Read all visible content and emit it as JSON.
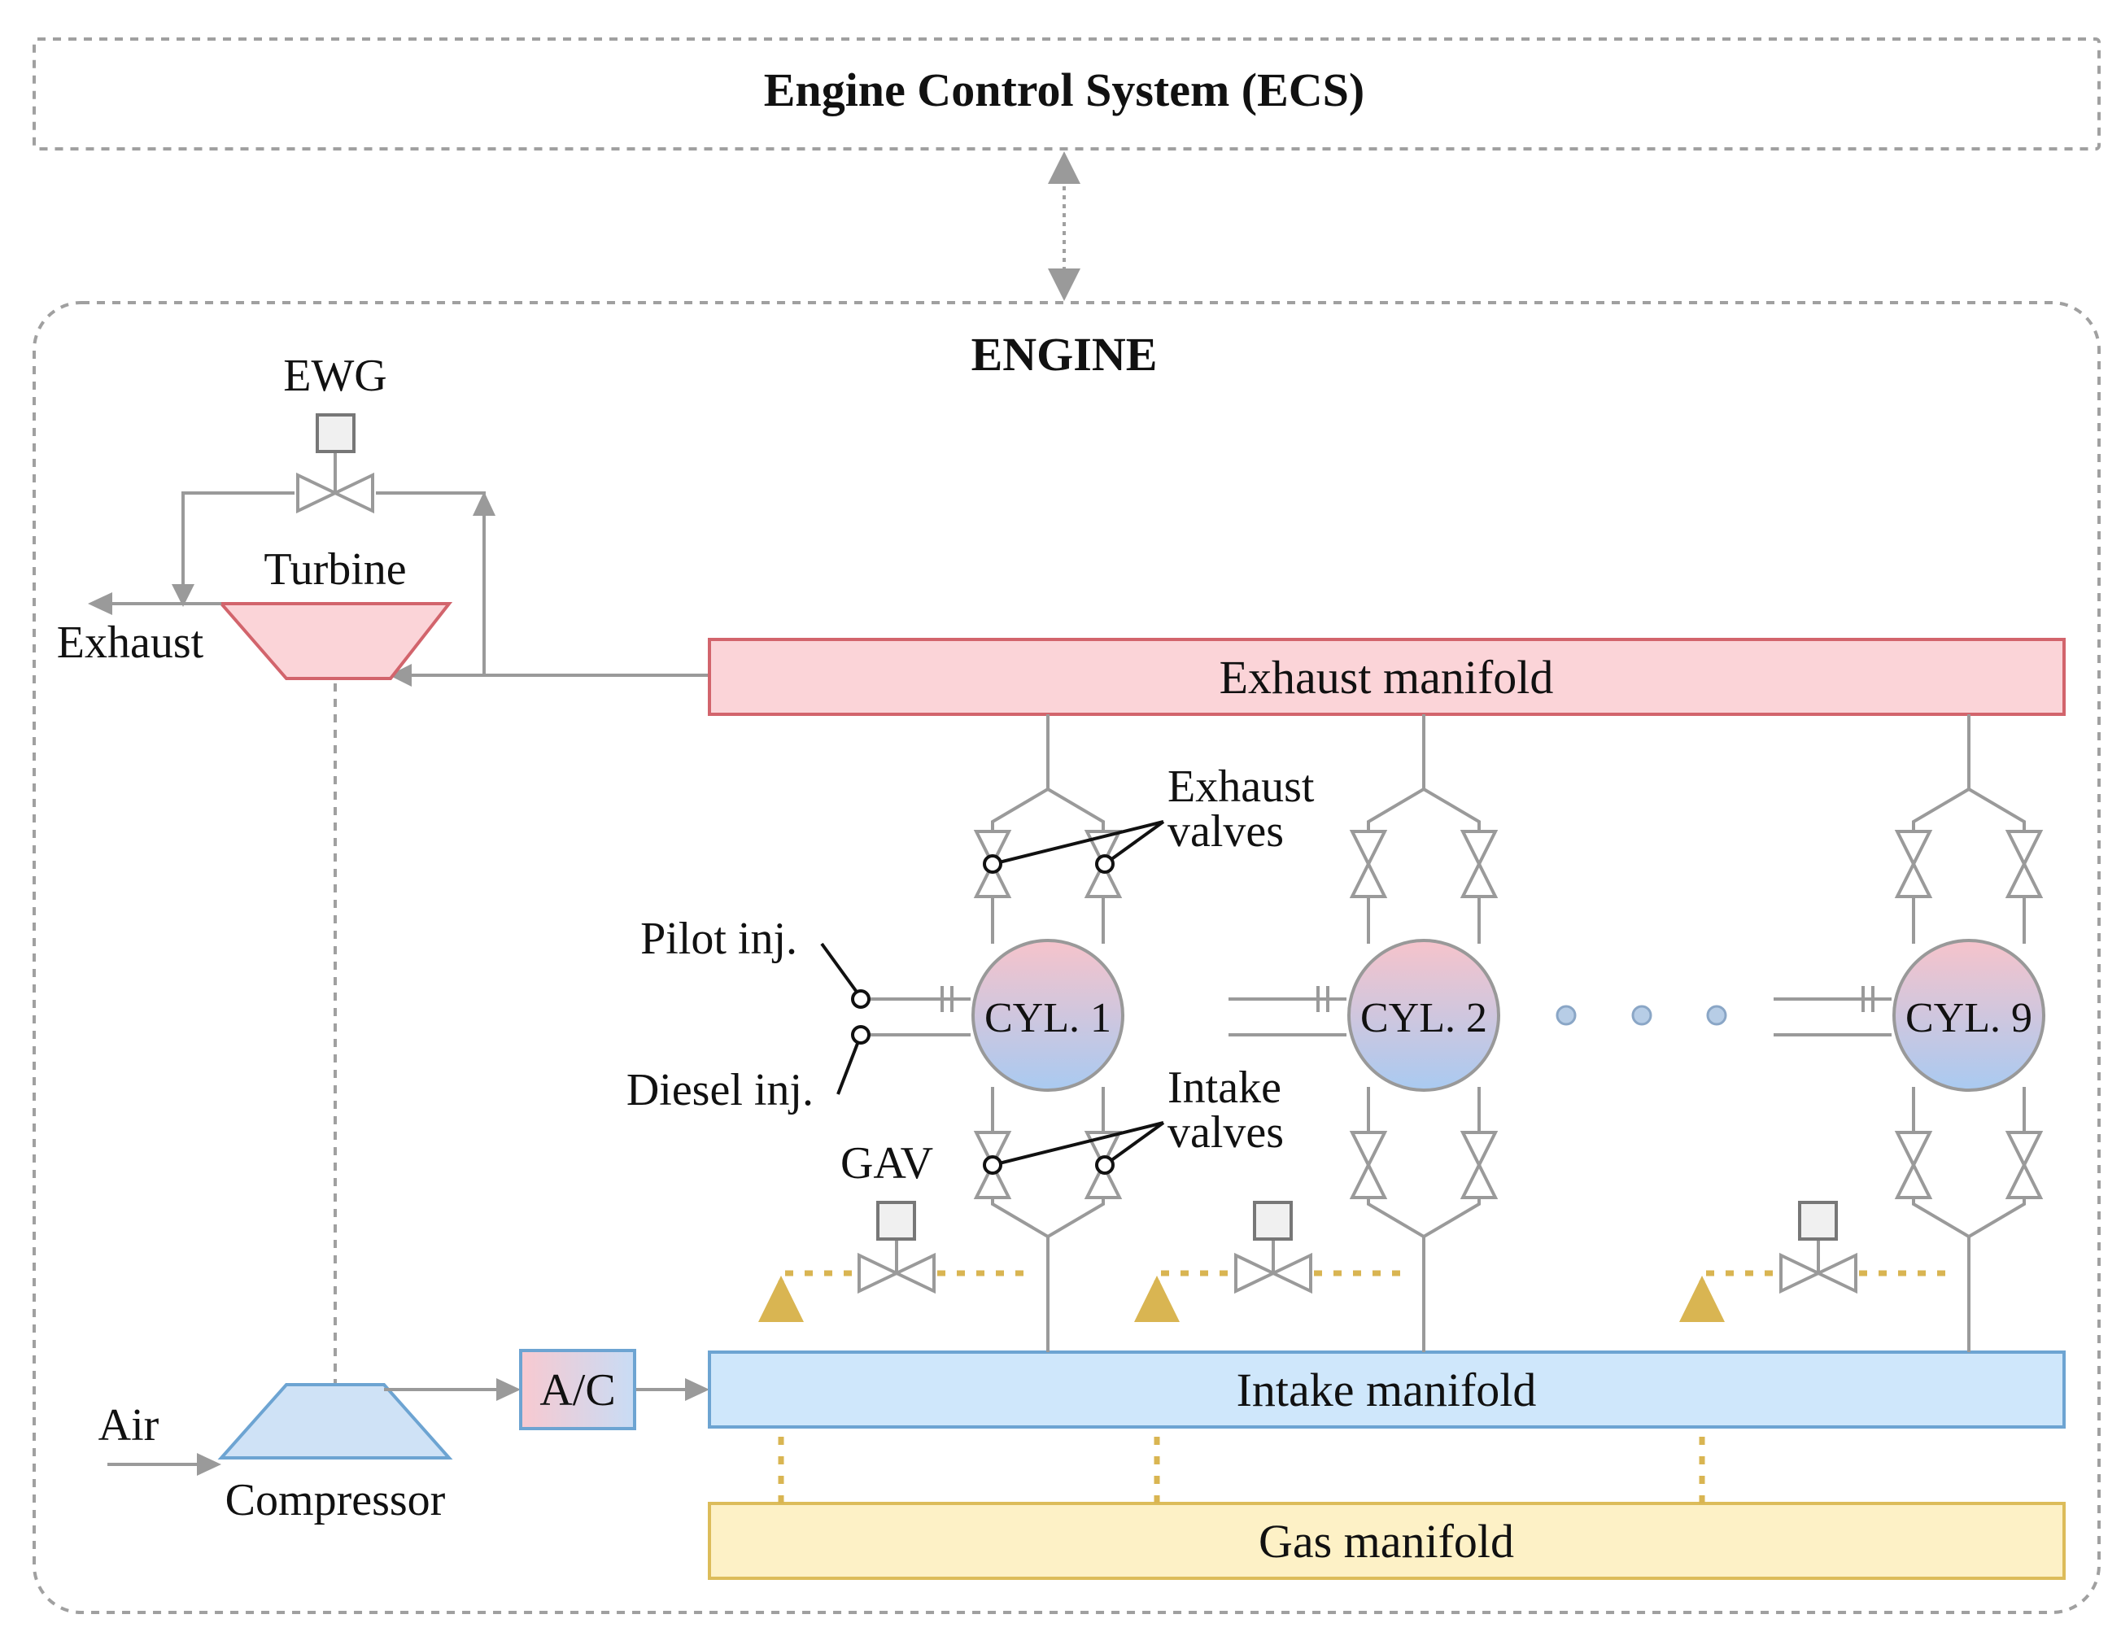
{
  "ecs": {
    "label": "Engine Control System (ECS)"
  },
  "engine": {
    "label": "ENGINE"
  },
  "ewg": {
    "label": "EWG"
  },
  "turbine": {
    "label": "Turbine"
  },
  "exhaust_out": {
    "label": "Exhaust"
  },
  "compressor": {
    "label": "Compressor"
  },
  "air": {
    "label": "Air"
  },
  "ac": {
    "label": "A/C"
  },
  "exhaust_manifold": {
    "label": "Exhaust manifold"
  },
  "intake_manifold": {
    "label": "Intake manifold"
  },
  "gas_manifold": {
    "label": "Gas manifold"
  },
  "exhaust_valves": {
    "line1": "Exhaust",
    "line2": "valves"
  },
  "intake_valves": {
    "line1": "Intake",
    "line2": "valves"
  },
  "pilot_inj": {
    "label": "Pilot inj."
  },
  "diesel_inj": {
    "label": "Diesel inj."
  },
  "gav": {
    "label": "GAV"
  },
  "cylinders": [
    {
      "label": "CYL. 1"
    },
    {
      "label": "CYL. 2"
    },
    {
      "label": "CYL. 9"
    }
  ],
  "colors": {
    "exhaust_fill": "#fbd4d8",
    "exhaust_stroke": "#d2646c",
    "intake_fill": "#cfe7fb",
    "intake_stroke": "#6da4d2",
    "gas_fill": "#fdf1c6",
    "gas_stroke": "#dcbc5a",
    "gas_line": "#d9b552"
  }
}
